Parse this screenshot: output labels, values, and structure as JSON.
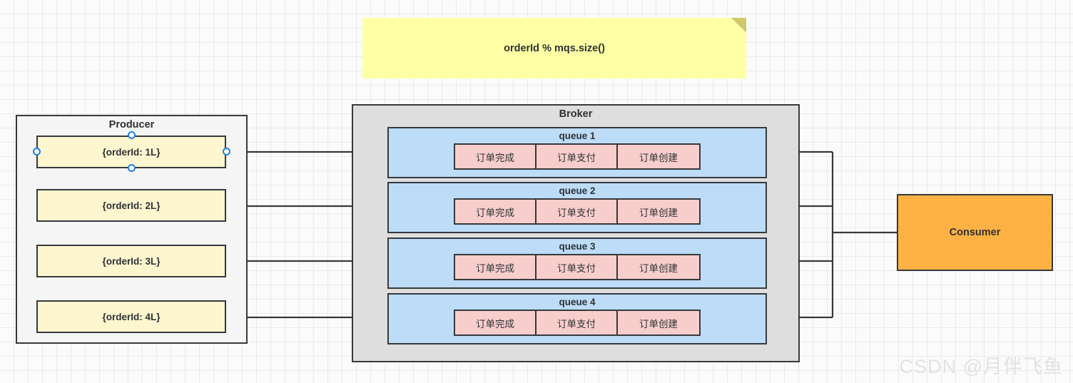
{
  "note": {
    "text": "orderId % mqs.size()",
    "fill": "#ffffa6",
    "fold_color": "#cdc96c"
  },
  "producer": {
    "title": "Producer",
    "fill": "#f5f5f5",
    "messages": [
      {
        "label": "{orderId: 1L}",
        "selected": true
      },
      {
        "label": "{orderId: 2L}",
        "selected": false
      },
      {
        "label": "{orderId: 3L}",
        "selected": false
      },
      {
        "label": "{orderId: 4L}",
        "selected": false
      }
    ]
  },
  "broker": {
    "title": "Broker",
    "fill": "#dedede",
    "queues": [
      {
        "label": "queue 1",
        "messages": [
          "订单完成",
          "订单支付",
          "订单创建"
        ]
      },
      {
        "label": "queue 2",
        "messages": [
          "订单完成",
          "订单支付",
          "订单创建"
        ]
      },
      {
        "label": "queue 3",
        "messages": [
          "订单完成",
          "订单支付",
          "订单创建"
        ]
      },
      {
        "label": "queue 4",
        "messages": [
          "订单完成",
          "订单支付",
          "订单创建"
        ]
      }
    ],
    "queue_fill": "#bddcf7",
    "message_fill": "#f8cecc"
  },
  "consumer": {
    "title": "Consumer",
    "fill": "#ffb143"
  },
  "watermark": {
    "text": "CSDN @月伴飞鱼"
  },
  "colors": {
    "stroke": "#36393d",
    "selection_handle": "#1f7fe0",
    "grid": "#eaeaea",
    "canvas": "#fbfbfb"
  }
}
